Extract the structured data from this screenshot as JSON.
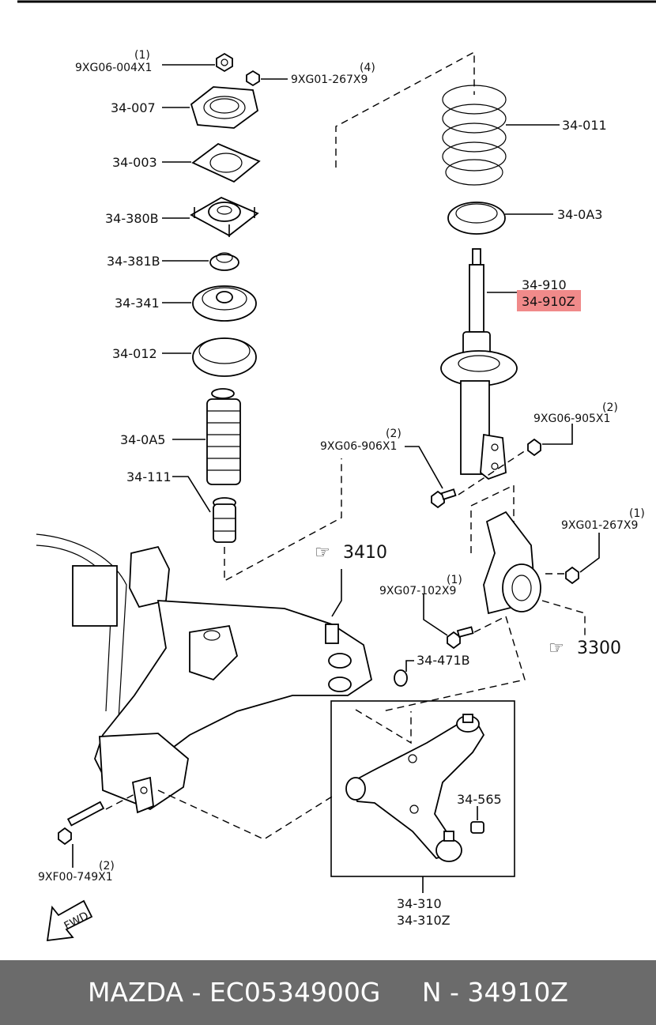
{
  "labels": {
    "nut_top_qty": "(1)",
    "nut_top": "9XG06-004X1",
    "nut_small_qty": "(4)",
    "nut_small": "9XG01-267X9",
    "p34007": "34-007",
    "p34003": "34-003",
    "p34380b": "34-380B",
    "p34381b": "34-381B",
    "p34341": "34-341",
    "p34012": "34-012",
    "p340a5": "34-0A5",
    "p34111": "34-111",
    "p34011": "34-011",
    "p340a3": "34-0A3",
    "p34910": "34-910",
    "p34910z": "34-910Z",
    "bolt_right_qty": "(2)",
    "bolt_right": "9XG06-905X1",
    "bolt_left_qty": "(2)",
    "bolt_left": "9XG06-906X1",
    "nut_knuckle_qty": "(1)",
    "nut_knuckle": "9XG01-267X9",
    "bolt_arm_qty": "(1)",
    "bolt_arm": "9XG07-102X9",
    "ref3410": "3410",
    "ref3300": "3300",
    "p34471b": "34-471B",
    "p34565": "34-565",
    "p34310": "34-310",
    "p34310z": "34-310Z",
    "bolt_frame_qty": "(2)",
    "bolt_frame": "9XF00-749X1",
    "fwd": "FWD"
  },
  "highlight_color": "#f08a8a",
  "footer": {
    "text": "MAZDA - EC0534900G     N - 34910Z"
  }
}
